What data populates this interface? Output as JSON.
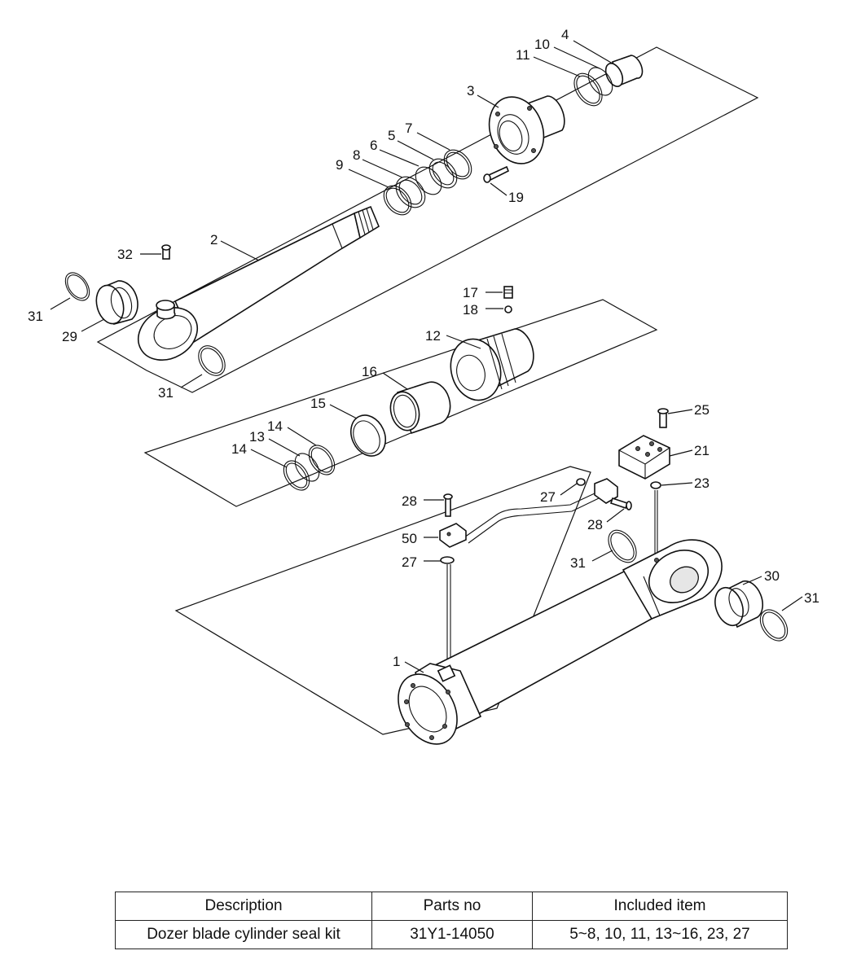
{
  "callouts": {
    "c1": "1",
    "c2": "2",
    "c3": "3",
    "c4": "4",
    "c5": "5",
    "c6": "6",
    "c7": "7",
    "c8": "8",
    "c9": "9",
    "c10": "10",
    "c11": "11",
    "c12": "12",
    "c13": "13",
    "c14a": "14",
    "c14b": "14",
    "c15": "15",
    "c16": "16",
    "c17": "17",
    "c18": "18",
    "c19": "19",
    "c21": "21",
    "c23": "23",
    "c25": "25",
    "c27a": "27",
    "c27b": "27",
    "c28a": "28",
    "c28b": "28",
    "c29": "29",
    "c30": "30",
    "c31a": "31",
    "c31b": "31",
    "c31c": "31",
    "c31d": "31",
    "c32": "32",
    "c50": "50"
  },
  "table": {
    "headers": {
      "description": "Description",
      "parts_no": "Parts no",
      "included_item": "Included item"
    },
    "rows": [
      {
        "description": "Dozer blade cylinder seal kit",
        "parts_no": "31Y1-14050",
        "included_item": "5~8, 10, 11, 13~16, 23, 27"
      }
    ]
  }
}
